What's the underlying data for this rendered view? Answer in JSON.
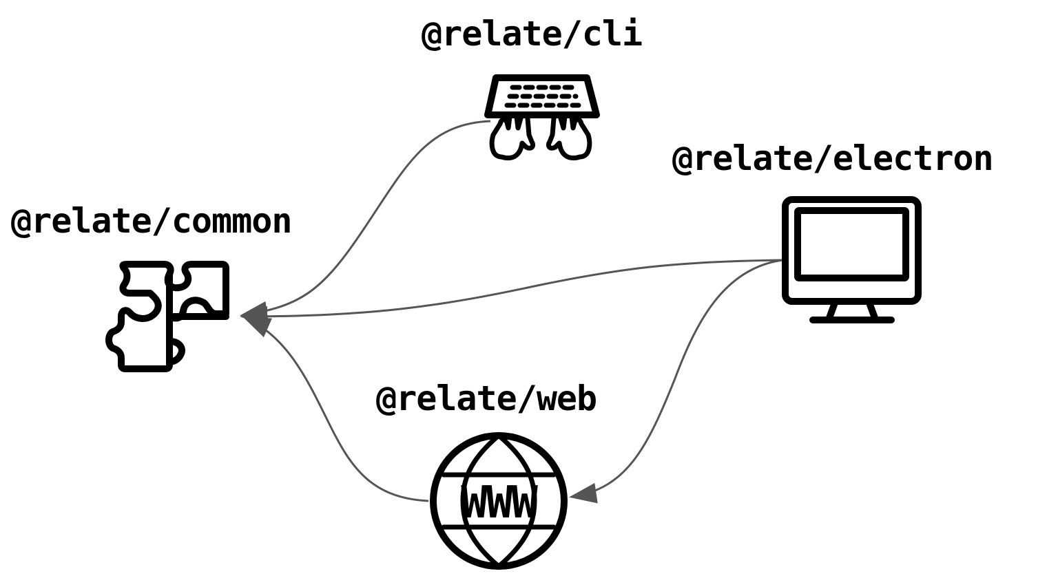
{
  "colors": {
    "ink": "#000000",
    "edge": "#555555",
    "background": "#ffffff"
  },
  "nodes": {
    "cli": {
      "label": "@relate/cli",
      "icon": "keyboard-hands-icon"
    },
    "electron": {
      "label": "@relate/electron",
      "icon": "desktop-monitor-icon"
    },
    "common": {
      "label": "@relate/common",
      "icon": "puzzle-pieces-icon"
    },
    "web": {
      "label": "@relate/web",
      "icon": "www-globe-icon",
      "icon_text": "WWW"
    }
  },
  "edges": [
    {
      "from": "cli",
      "to": "common"
    },
    {
      "from": "electron",
      "to": "common"
    },
    {
      "from": "web",
      "to": "common"
    },
    {
      "from": "electron",
      "to": "web"
    }
  ]
}
